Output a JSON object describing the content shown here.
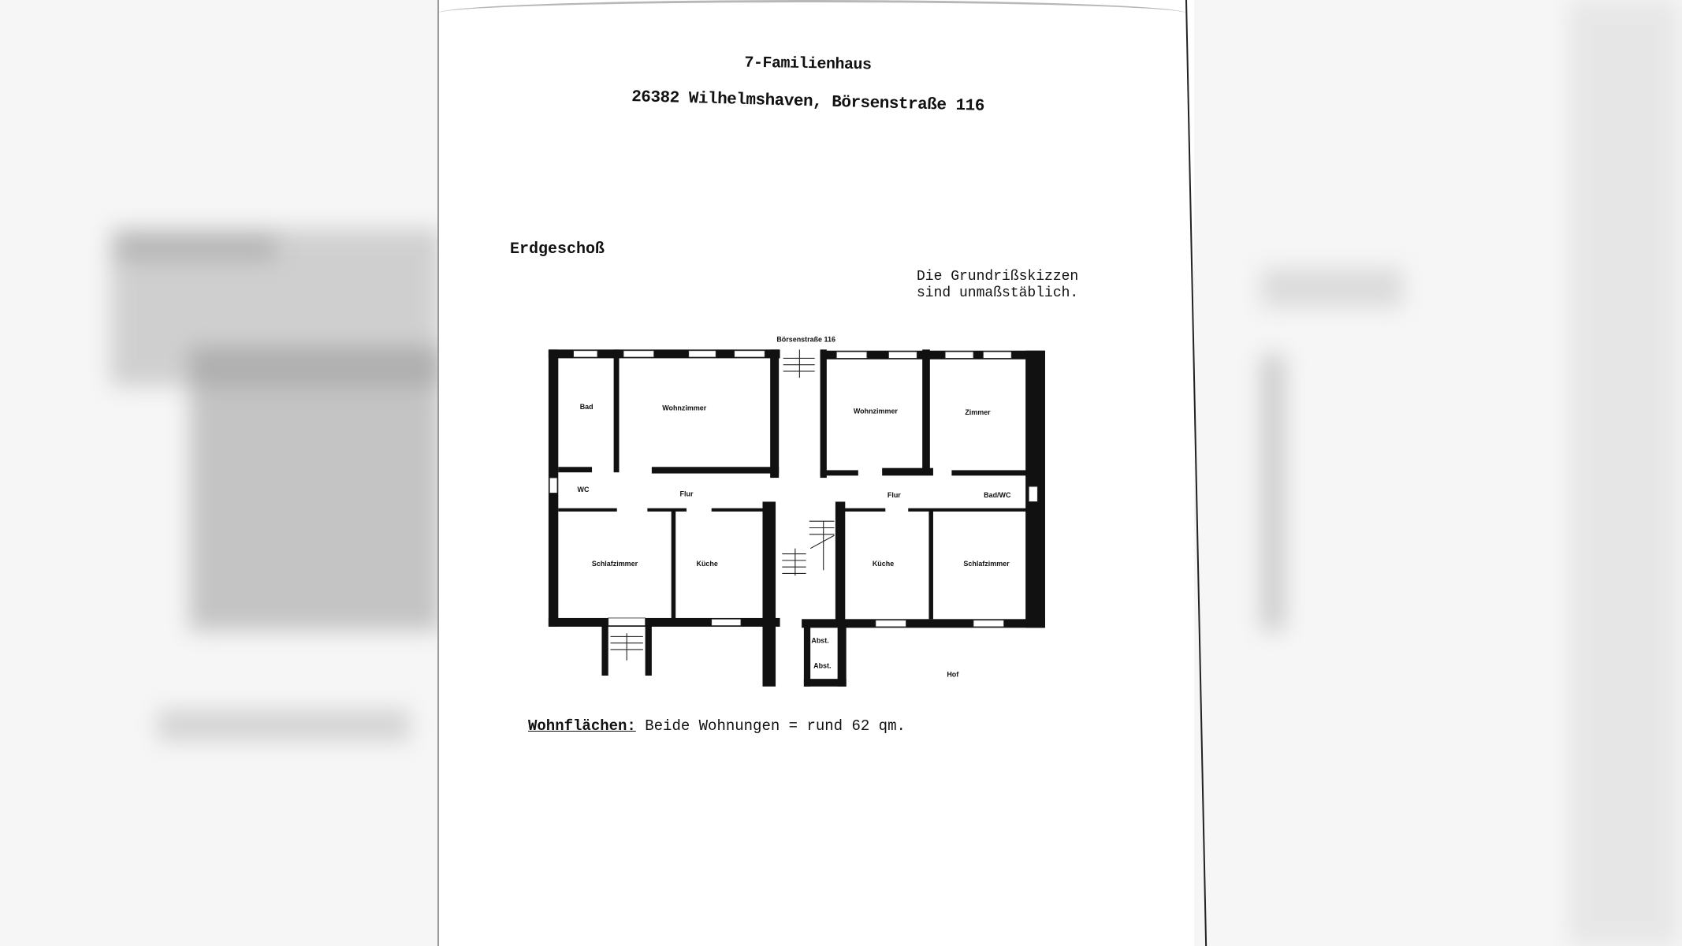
{
  "document": {
    "title": "7-Familienhaus",
    "address": "26382 Wilhelmshaven, Börsenstraße 116",
    "floor": "Erdgeschoß",
    "note_line1": "Die Grundrißskizzen",
    "note_line2": "sind unmaßstäblich.",
    "area_label": "Wohnflächen:",
    "area_value": "Beide Wohnungen = rund 62 qm."
  },
  "floorplan": {
    "street": "Börsenstraße 116",
    "rooms": {
      "bad": "Bad",
      "wohnzimmer_left": "Wohnzimmer",
      "wohnzimmer_right": "Wohnzimmer",
      "zimmer": "Zimmer",
      "wc": "WC",
      "flur_left": "Flur",
      "flur_right": "Flur",
      "bad_wc": "Bad/WC",
      "schlafzimmer_left": "Schlafzimmer",
      "kueche_left": "Küche",
      "kueche_right": "Küche",
      "schlafzimmer_right": "Schlafzimmer",
      "abst1": "Abst.",
      "abst2": "Abst.",
      "hof": "Hof"
    }
  }
}
